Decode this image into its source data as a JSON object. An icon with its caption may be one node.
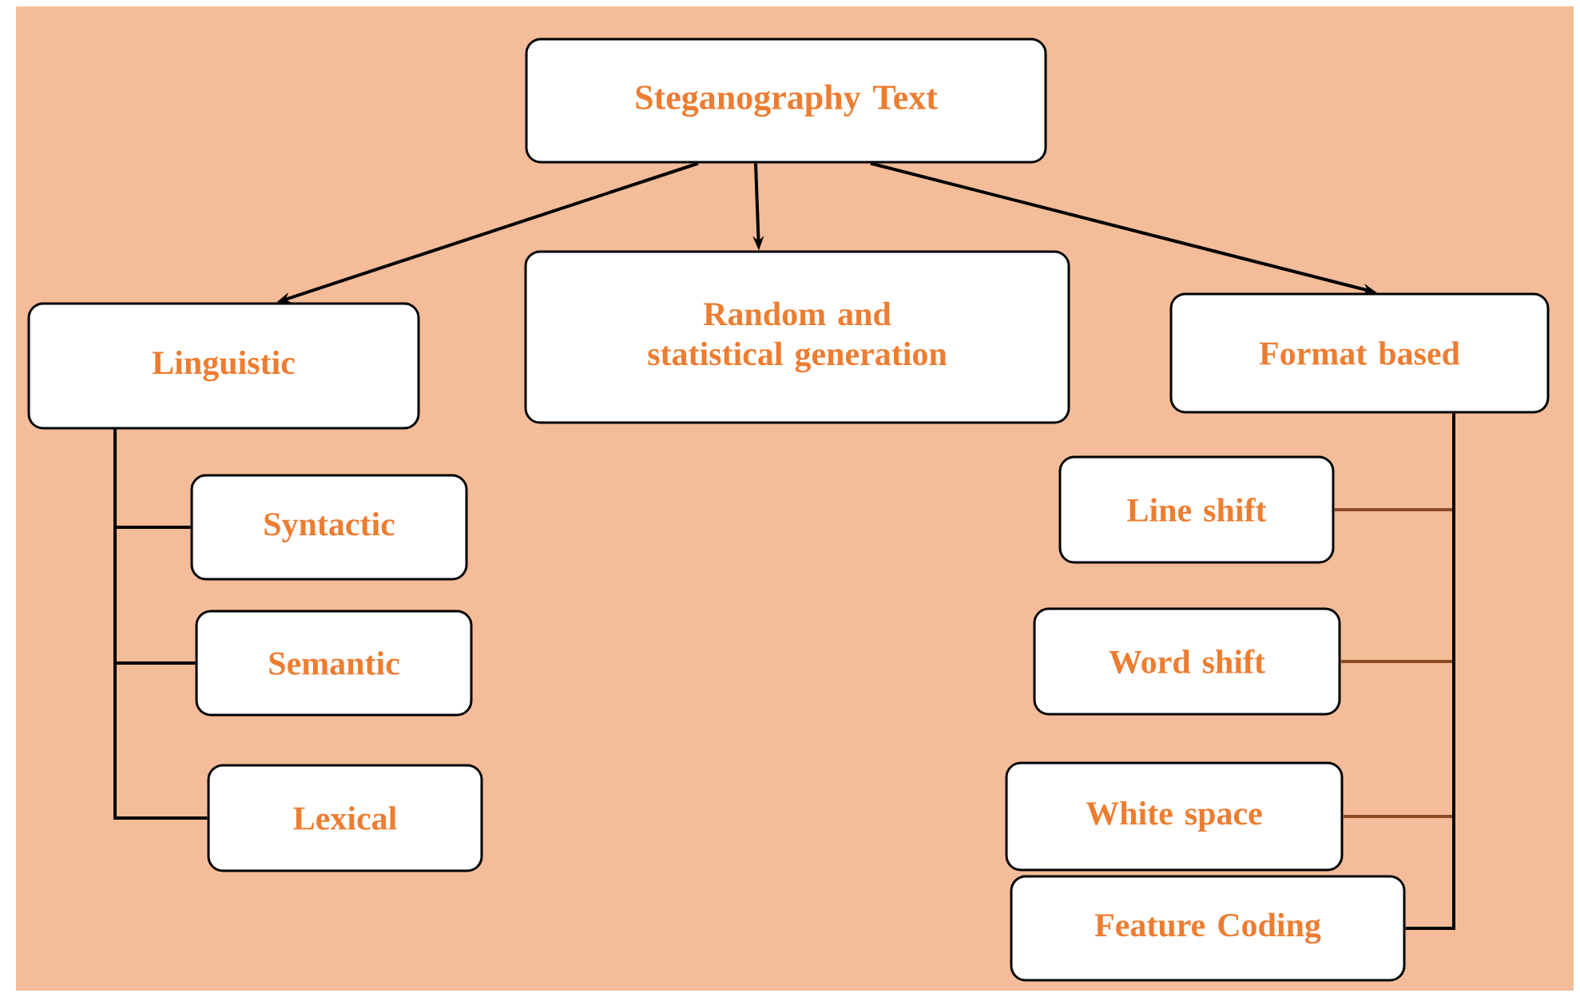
{
  "diagram": {
    "nodes": [
      {
        "text": [
          "Steganography Text"
        ]
      },
      {
        "text": [
          "Linguistic"
        ]
      },
      {
        "text": [
          "Random and statistical generation"
        ]
      },
      {
        "text": [
          "Format based"
        ]
      },
      {
        "text": [
          "Syntactic"
        ]
      },
      {
        "text": [
          "Semantic"
        ]
      },
      {
        "text": [
          "Lexical"
        ]
      },
      {
        "text": [
          "Line shift"
        ]
      },
      {
        "text": [
          "Word shift"
        ]
      },
      {
        "text": [
          "White space"
        ]
      },
      {
        "text": [
          "Feature Coding"
        ]
      }
    ],
    "edges": [
      {
        "from": 0,
        "to": 1,
        "arrow": "to"
      },
      {
        "from": 0,
        "to": 2,
        "arrow": "to"
      },
      {
        "from": 0,
        "to": 3,
        "arrow": "to"
      },
      {
        "from": 1,
        "to": 4,
        "arrow": "none"
      },
      {
        "from": 1,
        "to": 5,
        "arrow": "none"
      },
      {
        "from": 1,
        "to": 6,
        "arrow": "none"
      },
      {
        "from": 3,
        "to": 7,
        "arrow": "none",
        "color": "#8b4a22"
      },
      {
        "from": 3,
        "to": 8,
        "arrow": "none",
        "color": "#8b4a22"
      },
      {
        "from": 3,
        "to": 9,
        "arrow": "none",
        "color": "#8b4a22"
      },
      {
        "from": 3,
        "to": 10,
        "arrow": "none"
      }
    ]
  }
}
